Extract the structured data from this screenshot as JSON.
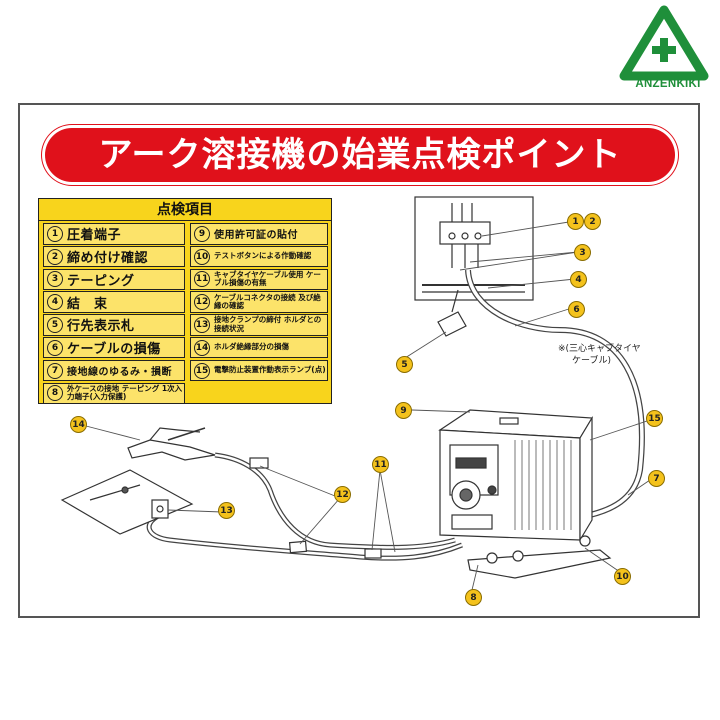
{
  "brand": {
    "name": "ANZENKIKI",
    "colors": {
      "green": "#1f8f3a",
      "red": "#e0111b"
    },
    "cross_icon": "plus-icon"
  },
  "title": "アーク溶接機の始業点検ポイント",
  "checklist": {
    "header": "点検項目",
    "left": [
      {
        "num": "1",
        "label": "圧着端子"
      },
      {
        "num": "2",
        "label": "締め付け確認"
      },
      {
        "num": "3",
        "label": "テーピング"
      },
      {
        "num": "4",
        "label": "結　束"
      },
      {
        "num": "5",
        "label": "行先表示札"
      },
      {
        "num": "6",
        "label": "ケーブルの損傷"
      },
      {
        "num": "7",
        "label": "接地線のゆるみ・損断"
      },
      {
        "num": "8",
        "label": "外ケースの接地 テーピング 1次入力端子(入力保護)"
      }
    ],
    "right": [
      {
        "num": "9",
        "label": "使用許可証の貼付"
      },
      {
        "num": "10",
        "label": "テストボタンによる作動確認"
      },
      {
        "num": "11",
        "label": "キャブタイヤケーブル使用 ケーブル損傷の有無"
      },
      {
        "num": "12",
        "label": "ケーブルコネクタの接続 及び絶縁の確認"
      },
      {
        "num": "13",
        "label": "接地クランプの締付 ホルダとの接続状況"
      },
      {
        "num": "14",
        "label": "ホルダ絶縁部分の損傷"
      },
      {
        "num": "15",
        "label": "電撃防止装置作動表示ランプ(点)"
      }
    ]
  },
  "callouts": {
    "c1": "1",
    "c2": "2",
    "c3": "3",
    "c4": "4",
    "c5": "5",
    "c6": "6",
    "c7": "7",
    "c8": "8",
    "c9": "9",
    "c10": "10",
    "c11": "11",
    "c12": "12",
    "c13": "13",
    "c14": "14",
    "c15": "15"
  },
  "cable_note": {
    "line1": "※(三心キャブタイヤ",
    "line2": "ケーブル)"
  }
}
